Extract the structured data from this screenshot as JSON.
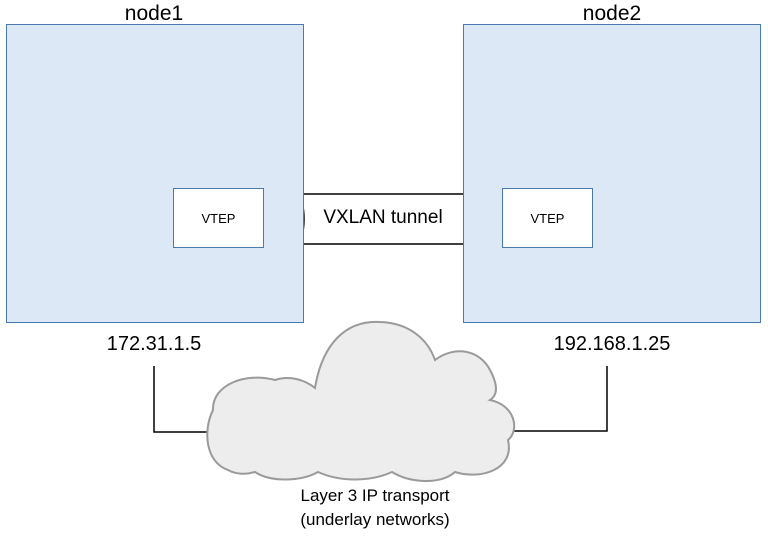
{
  "nodes": [
    {
      "title": "node1",
      "vtep_label": "VTEP",
      "ip": "172.31.1.5"
    },
    {
      "title": "node2",
      "vtep_label": "VTEP",
      "ip": "192.168.1.25"
    }
  ],
  "tunnel": {
    "label": "VXLAN tunnel"
  },
  "underlay": {
    "line1": "Layer 3 IP transport",
    "line2": "(underlay networks)"
  },
  "colors": {
    "node_fill": "#dce8f6",
    "node_border": "#4a78b0",
    "cloud_fill": "#ededed",
    "cloud_stroke": "#9a9a9a"
  }
}
